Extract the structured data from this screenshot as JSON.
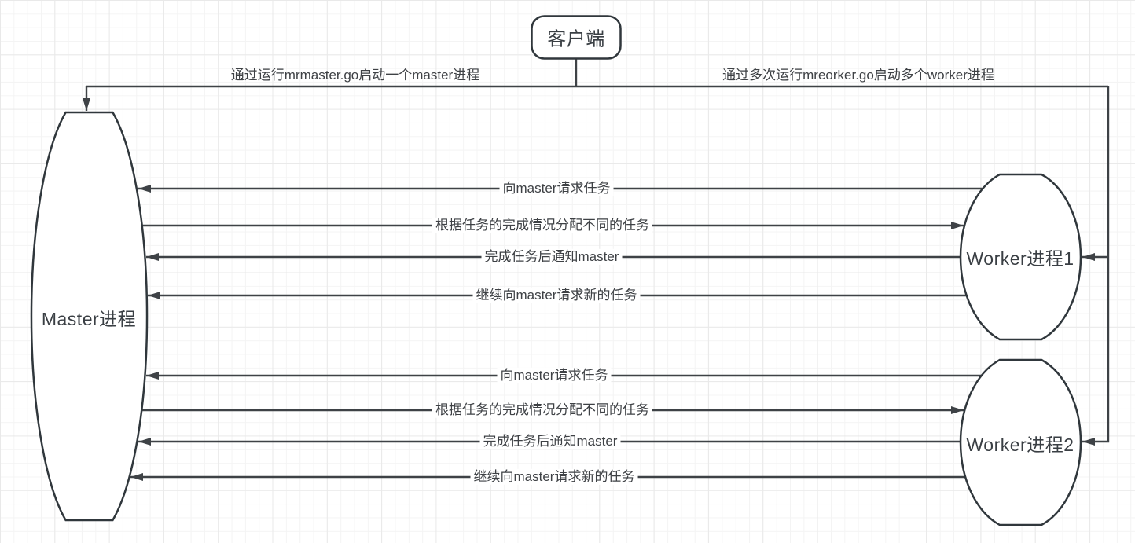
{
  "diagram": {
    "nodes": {
      "client": "客户端",
      "master": "Master进程",
      "worker1": "Worker进程1",
      "worker2": "Worker进程2"
    },
    "flow_labels": {
      "start_master": "通过运行mrmaster.go启动一个master进程",
      "start_workers": "通过多次运行mreorker.go启动多个worker进程"
    },
    "edge_labels": {
      "w1_request": "向master请求任务",
      "w1_assign": "根据任务的完成情况分配不同的任务",
      "w1_notify": "完成任务后通知master",
      "w1_continue": "继续向master请求新的任务",
      "w2_request": "向master请求任务",
      "w2_assign": "根据任务的完成情况分配不同的任务",
      "w2_notify": "完成任务后通知master",
      "w2_continue": "继续向master请求新的任务"
    },
    "colors": {
      "shape_stroke": "#30373c",
      "edge_stroke": "#3e4246",
      "text": "#3e4145",
      "background": "#ffffff",
      "grid_minor": "#f4f4f4",
      "grid_major": "#e9e9e9"
    }
  }
}
